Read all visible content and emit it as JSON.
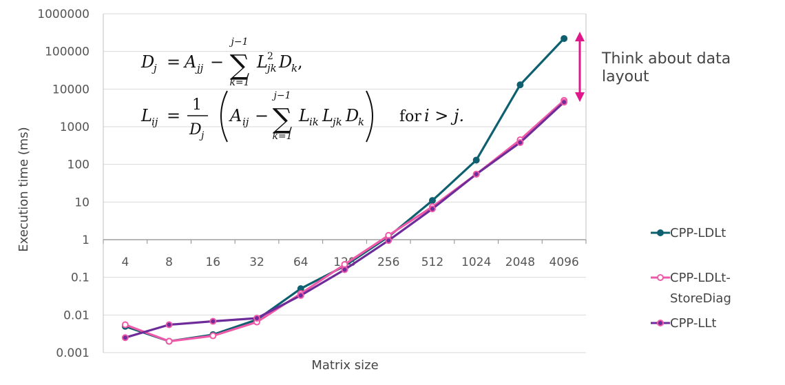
{
  "chart_data": {
    "type": "line",
    "y_scale": "log",
    "ylim": [
      0.001,
      1000000
    ],
    "grid": true,
    "legend_position": "right",
    "xlabel": "Matrix size",
    "ylabel": "Execution time (ms)",
    "title": "",
    "categories": [
      "4",
      "8",
      "16",
      "32",
      "64",
      "128",
      "256",
      "512",
      "1024",
      "2048",
      "4096"
    ],
    "y_tick_labels": [
      "1000000",
      "100000",
      "10000",
      "1000",
      "100",
      "10",
      "1",
      "0.1",
      "0.01",
      "0.001"
    ],
    "series": [
      {
        "name": "CPP-LDLt",
        "color": "#0e6070",
        "values": [
          0.005,
          0.002,
          0.003,
          0.0075,
          0.05,
          0.2,
          1.2,
          11,
          130,
          13000,
          220000
        ]
      },
      {
        "name": "CPP-LDLt-StoreDiag",
        "color": "#ef5aa8",
        "values": [
          0.0055,
          0.002,
          0.0028,
          0.0065,
          0.037,
          0.22,
          1.3,
          7.5,
          55,
          450,
          5000
        ]
      },
      {
        "name": "CPP-LLt",
        "color": "#6e2b9a",
        "values": [
          0.0025,
          0.0055,
          0.0068,
          0.0082,
          0.033,
          0.16,
          0.95,
          6.6,
          55,
          380,
          4500
        ]
      }
    ],
    "annotations": [
      {
        "text": "Think about data layout",
        "color": "#e0178a"
      }
    ]
  },
  "legend": {
    "item1": "CPP-LDLt",
    "item2_line1": "CPP-LDLt-",
    "item2_line2": "StoreDiag",
    "item3": "CPP-LLt"
  },
  "annotation": {
    "line1": "Think about data",
    "line2": "layout"
  },
  "equation": {
    "D_lhs": "D",
    "D_sub": "j",
    "eq1_A": "A",
    "eq1_A_sub": "jj",
    "minus": "−",
    "sum": "∑",
    "sum_upper": "j−1",
    "sum_lower": "k=1",
    "eq1_term": "L",
    "eq1_term_sup": "2",
    "eq1_term_sub": "jk",
    "eq1_D": "D",
    "eq1_D_sub": "k",
    "comma": ",",
    "L_lhs": "L",
    "L_sub": "ij",
    "frac_num": "1",
    "frac_den": "D",
    "frac_den_sub": "j",
    "eq2_A": "A",
    "eq2_A_sub": "ij",
    "eq2_term": "L",
    "eq2_term_sub1": "ik",
    "eq2_term2": "L",
    "eq2_term_sub2": "jk",
    "eq2_D": "D",
    "eq2_D_sub": "k",
    "for": "for",
    "cond": "i > j."
  }
}
